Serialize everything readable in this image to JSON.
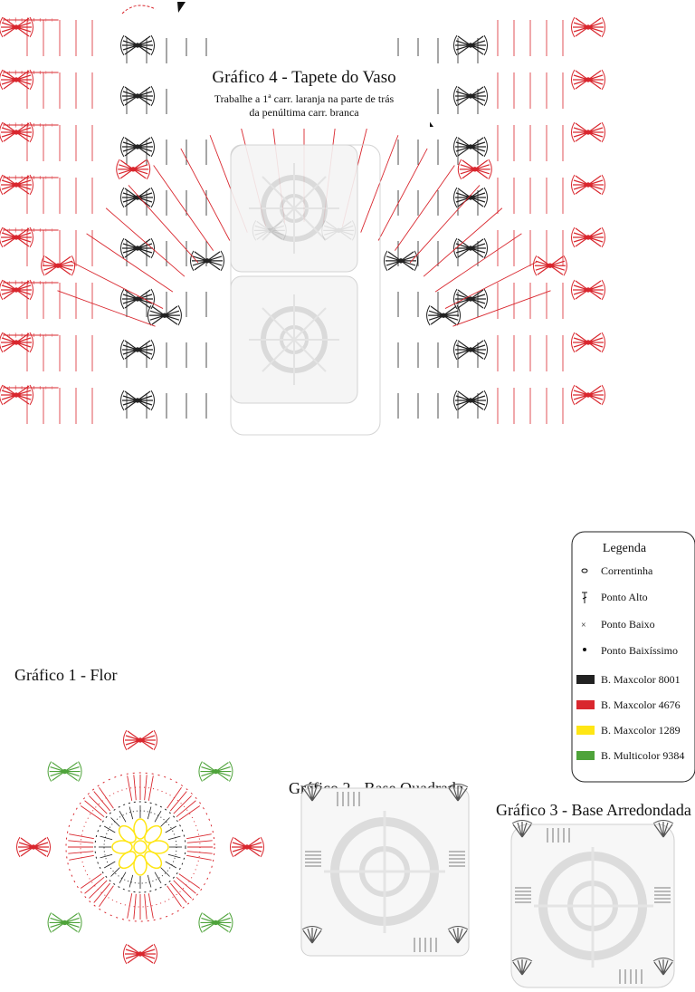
{
  "chart4": {
    "title": "Gráfico 4 - Tapete do Vaso",
    "note_line1": "Trabalhe a 1ª carr. laranja na parte de trás",
    "note_line2": "da penúltima carr. branca"
  },
  "chart1": {
    "title": "Gráfico 1 - Flor"
  },
  "chart2": {
    "title": "Gráfico 2 - Base Quadrada"
  },
  "chart3": {
    "title": "Gráfico 3 - Base Arredondada"
  },
  "legend": {
    "title": "Legenda",
    "items": [
      {
        "label": "Correntinha",
        "icon": "chain-stitch-icon"
      },
      {
        "label": "Ponto Alto",
        "icon": "double-crochet-icon"
      },
      {
        "label": "Ponto Baixo",
        "icon": "single-crochet-icon"
      },
      {
        "label": "Ponto Baixíssimo",
        "icon": "slip-stitch-icon"
      },
      {
        "label": "B. Maxcolor 8001",
        "color": "#222222"
      },
      {
        "label": "B. Maxcolor 4676",
        "color": "#d9272e"
      },
      {
        "label": "B. Maxcolor 1289",
        "color": "#ffe614"
      },
      {
        "label": "B. Multicolor 9384",
        "color": "#4ea33a"
      }
    ]
  },
  "colors": {
    "black_yarn": "#222222",
    "red_yarn": "#d9272e",
    "yellow_yarn": "#ffe614",
    "green_yarn": "#4ea33a",
    "base_gray": "#cfcfcf"
  }
}
